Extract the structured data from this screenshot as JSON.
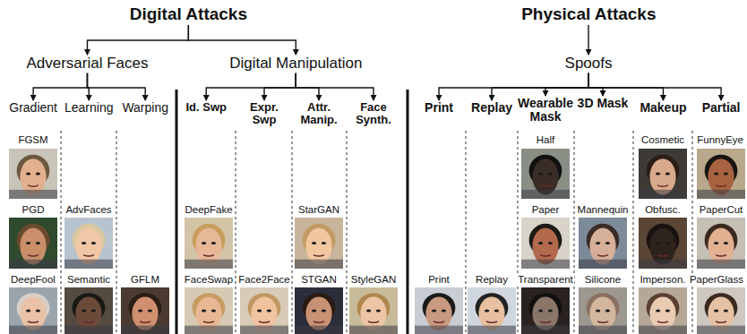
{
  "diagram": {
    "nodes": [
      {
        "text": [
          "Digital Attacks"
        ]
      },
      {
        "text": [
          "Adversarial Faces"
        ]
      },
      {
        "text": [
          "Digital Manipulation"
        ]
      },
      {
        "text": [
          "Gradient"
        ]
      },
      {
        "text": [
          "Learning"
        ]
      },
      {
        "text": [
          "Warping"
        ]
      },
      {
        "text": [
          "Id. Swp"
        ]
      },
      {
        "text": [
          "Expr. Swp"
        ]
      },
      {
        "text": [
          "Attr. Manip."
        ]
      },
      {
        "text": [
          "Face Synth."
        ]
      },
      {
        "text": [
          "Physical Attacks"
        ]
      },
      {
        "text": [
          "Spoofs"
        ]
      },
      {
        "text": [
          "Print"
        ]
      },
      {
        "text": [
          "Replay"
        ]
      },
      {
        "text": [
          "Wearable Mask"
        ]
      },
      {
        "text": [
          "3D Mask"
        ]
      },
      {
        "text": [
          "Makeup"
        ]
      },
      {
        "text": [
          "Partial"
        ]
      }
    ],
    "edges": [
      {
        "from": 0,
        "to": 1,
        "arrow": "to"
      },
      {
        "from": 0,
        "to": 2,
        "arrow": "to"
      },
      {
        "from": 1,
        "to": 3,
        "arrow": "to"
      },
      {
        "from": 1,
        "to": 4,
        "arrow": "to"
      },
      {
        "from": 1,
        "to": 5,
        "arrow": "to"
      },
      {
        "from": 2,
        "to": 6,
        "arrow": "to"
      },
      {
        "from": 2,
        "to": 7,
        "arrow": "to"
      },
      {
        "from": 2,
        "to": 8,
        "arrow": "to"
      },
      {
        "from": 2,
        "to": 9,
        "arrow": "to"
      },
      {
        "from": 10,
        "to": 11,
        "arrow": "to"
      },
      {
        "from": 11,
        "to": 12,
        "arrow": "to"
      },
      {
        "from": 11,
        "to": 13,
        "arrow": "to"
      },
      {
        "from": 11,
        "to": 14,
        "arrow": "to"
      },
      {
        "from": 11,
        "to": 15,
        "arrow": "to"
      },
      {
        "from": 11,
        "to": 16,
        "arrow": "to"
      },
      {
        "from": 11,
        "to": 17,
        "arrow": "to"
      }
    ],
    "labels": [
      "FGSM",
      "Half",
      "Cosmetic",
      "FunnyEye",
      "PGD",
      "AdvFaces",
      "DeepFake",
      "StarGAN",
      "Paper",
      "Mannequin",
      "Obfusc.",
      "PaperCut",
      "DeepFool",
      "Semantic",
      "GFLM",
      "FaceSwap",
      "Face2Face",
      "STGAN",
      "StyleGAN",
      "Print",
      "Replay",
      "Transparent",
      "Silicone",
      "Imperson.",
      "PaperGlass"
    ]
  }
}
